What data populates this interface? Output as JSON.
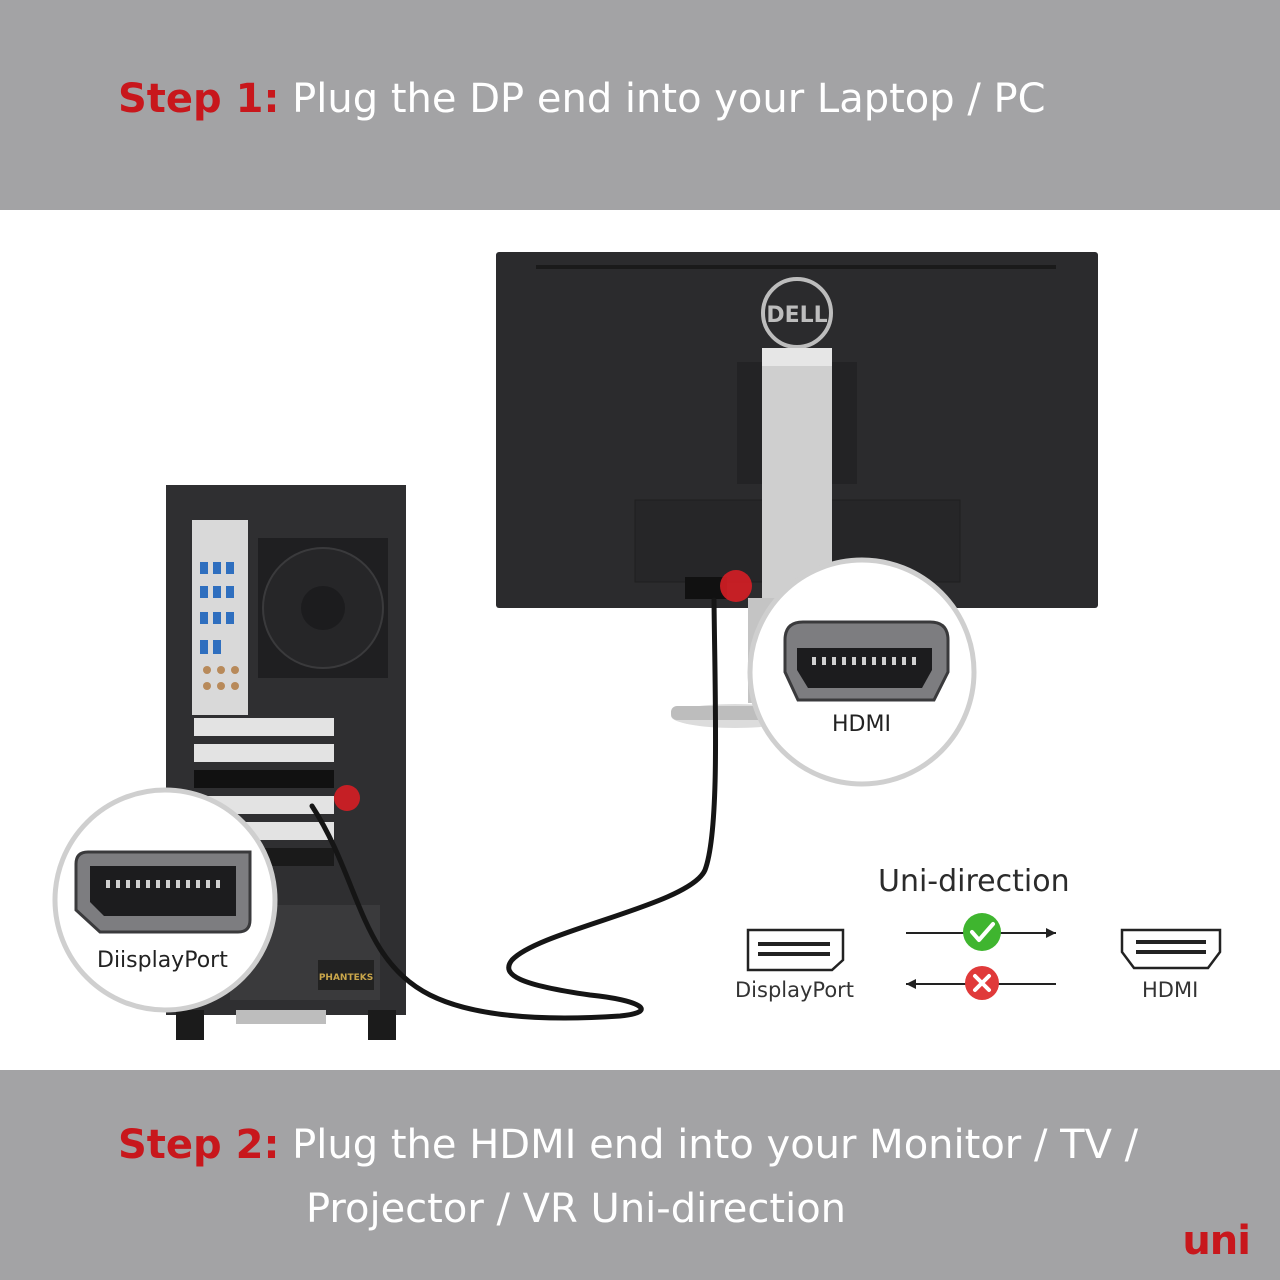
{
  "step1": {
    "label": "Step 1:",
    "text": "Plug the DP end into your Laptop / PC"
  },
  "step2": {
    "label": "Step 2:",
    "line1": "Plug the HDMI end into your Monitor / TV /",
    "line2": "Projector / VR Uni-direction"
  },
  "monitor_logo": "DELL",
  "pc_case_brand": "PHANTEKS",
  "zoom_labels": {
    "hdmi": "HDMI",
    "displayport": "DiisplayPort"
  },
  "direction": {
    "title": "Uni-direction",
    "left_label": "DisplayPort",
    "right_label": "HDMI",
    "forward_icon": "check-icon",
    "reverse_icon": "cross-icon"
  },
  "brand": "uni",
  "colors": {
    "band": "#a3a3a5",
    "accent": "#c8171c",
    "check": "#3fb52f",
    "cross": "#e03a3a"
  }
}
